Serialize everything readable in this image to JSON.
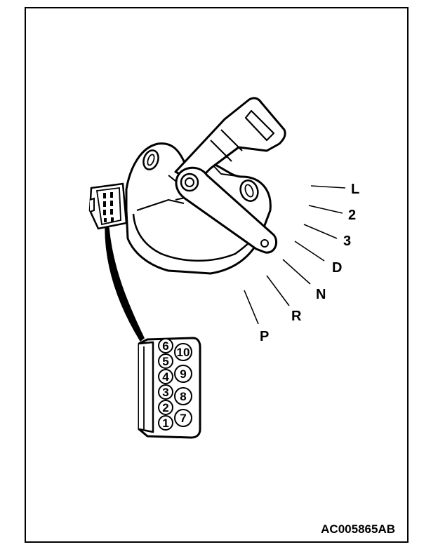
{
  "shift_positions": [
    "L",
    "2",
    "3",
    "D",
    "N",
    "R",
    "P"
  ],
  "connector_pins": {
    "left_column": [
      "6",
      "5",
      "4",
      "3",
      "2",
      "1"
    ],
    "right_column": [
      "10",
      "9",
      "8",
      "7"
    ]
  },
  "figure_code": "AC005865AB"
}
